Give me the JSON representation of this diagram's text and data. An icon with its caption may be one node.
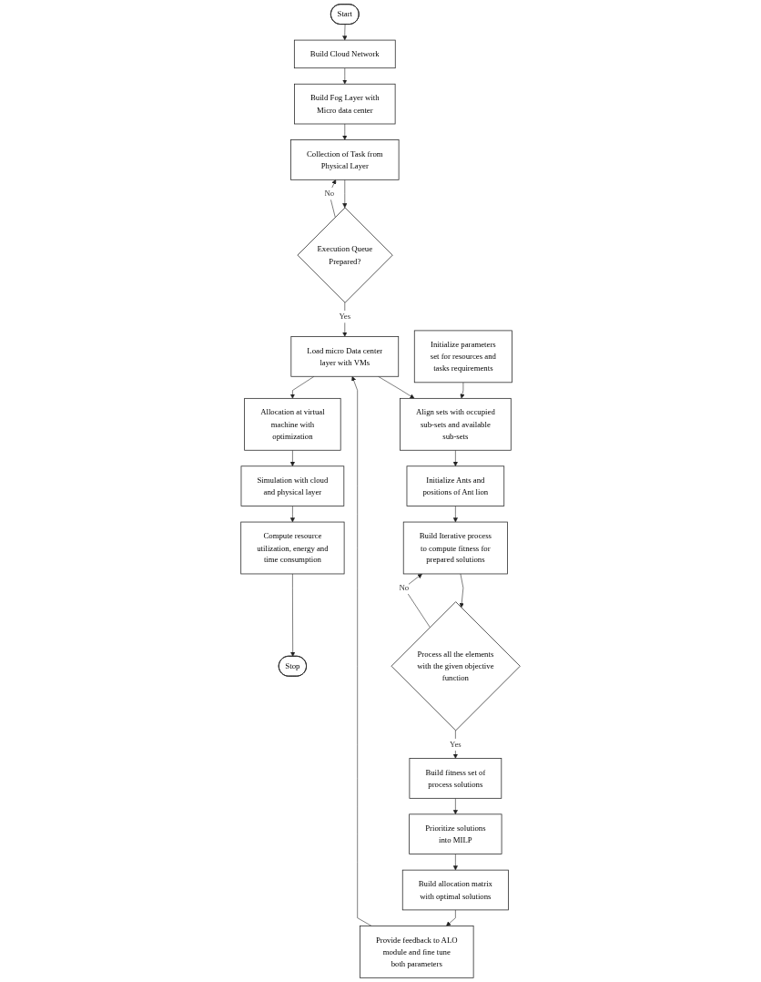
{
  "diagram": {
    "nodes": [
      {
        "text": [
          "Start"
        ]
      },
      {
        "text": [
          "Build Cloud Network"
        ]
      },
      {
        "text": [
          "Build Fog Layer with Micro data center"
        ]
      },
      {
        "text": [
          "Collection of Task from Physical Layer"
        ]
      },
      {
        "text": [
          "Execution Queue Prepared?"
        ]
      },
      {
        "text": [
          "Load micro Data center layer with VMs"
        ]
      },
      {
        "text": [
          "Allocation at virtual machine with optimization"
        ]
      },
      {
        "text": [
          "Simulation with cloud and physical layer"
        ]
      },
      {
        "text": [
          "Compute resource utilization, energy and time consumption"
        ]
      },
      {
        "text": [
          "Stop"
        ]
      },
      {
        "text": [
          "Initialize parameters set for resources and tasks requirements"
        ]
      },
      {
        "text": [
          "Align sets with occupied sub-sets and available sub-sets"
        ]
      },
      {
        "text": [
          "Initialize Ants and positions of Ant lion"
        ]
      },
      {
        "text": [
          "Build Iterative process to compute fitness for prepared solutions"
        ]
      },
      {
        "text": [
          "Process all the elements with the given objective function"
        ]
      },
      {
        "text": [
          "Build fitness set of process solutions"
        ]
      },
      {
        "text": [
          "Prioritize solutions into MILP"
        ]
      },
      {
        "text": [
          "Build allocation matrix with optimal solutions"
        ]
      },
      {
        "text": [
          "Provide feedback to ALO module and fine tune both parameters"
        ]
      }
    ],
    "edges": [
      {
        "from": 0,
        "to": 1,
        "arrow": "to"
      },
      {
        "from": 1,
        "to": 2,
        "arrow": "to"
      },
      {
        "from": 2,
        "to": 3,
        "arrow": "to"
      },
      {
        "from": 3,
        "to": 4,
        "arrow": "to"
      },
      {
        "from": 4,
        "to": 3,
        "label": "No",
        "arrow": "to"
      },
      {
        "from": 4,
        "to": 5,
        "label": "Yes",
        "arrow": "to"
      },
      {
        "from": 5,
        "to": 6,
        "arrow": "to"
      },
      {
        "from": 6,
        "to": 7,
        "arrow": "to"
      },
      {
        "from": 7,
        "to": 8,
        "arrow": "to"
      },
      {
        "from": 8,
        "to": 9,
        "arrow": "to"
      },
      {
        "from": 10,
        "to": 11,
        "arrow": "to"
      },
      {
        "from": 5,
        "to": 11,
        "arrow": "to"
      },
      {
        "from": 11,
        "to": 12,
        "arrow": "to"
      },
      {
        "from": 12,
        "to": 13,
        "arrow": "to"
      },
      {
        "from": 13,
        "to": 14,
        "arrow": "to"
      },
      {
        "from": 14,
        "to": 13,
        "label": "No",
        "arrow": "to"
      },
      {
        "from": 14,
        "to": 15,
        "label": "Yes",
        "arrow": "to"
      },
      {
        "from": 15,
        "to": 16,
        "arrow": "to"
      },
      {
        "from": 16,
        "to": 17,
        "arrow": "to"
      },
      {
        "from": 17,
        "to": 18,
        "arrow": "to"
      },
      {
        "from": 18,
        "to": 5,
        "arrow": "to"
      }
    ]
  }
}
